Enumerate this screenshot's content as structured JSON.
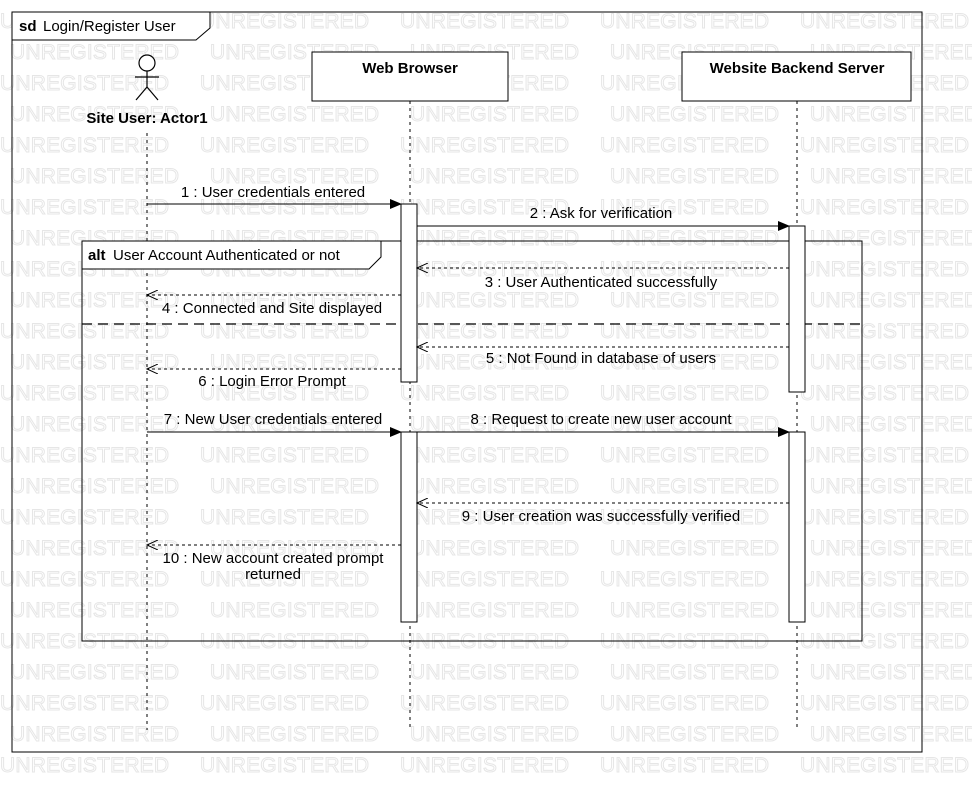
{
  "watermark": "UNREGISTERED",
  "frame": {
    "keyword": "sd",
    "name": "Login/Register User"
  },
  "actor": {
    "label": "Site User: Actor1"
  },
  "lifelines": [
    {
      "id": "browser",
      "label": "Web Browser"
    },
    {
      "id": "server",
      "label": "Website Backend Server"
    }
  ],
  "fragment": {
    "keyword": "alt",
    "guard": "User Account Authenticated or not"
  },
  "messages": [
    {
      "num": 1,
      "text": "1 : User credentials entered",
      "kind": "sync"
    },
    {
      "num": 2,
      "text": "2 : Ask for verification",
      "kind": "sync"
    },
    {
      "num": 3,
      "text": "3 : User Authenticated successfully",
      "kind": "return"
    },
    {
      "num": 4,
      "text": "4 : Connected and Site displayed",
      "kind": "return"
    },
    {
      "num": 5,
      "text": "5 : Not Found in database of users",
      "kind": "return"
    },
    {
      "num": 6,
      "text": "6 : Login Error Prompt",
      "kind": "return"
    },
    {
      "num": 7,
      "text": "7 : New User credentials entered",
      "kind": "sync"
    },
    {
      "num": 8,
      "text": "8 : Request to create new user account",
      "kind": "sync"
    },
    {
      "num": 9,
      "text": "9 : User creation was successfully verified",
      "kind": "return"
    },
    {
      "num": 10,
      "text": "10 : New account created prompt",
      "text2": "returned",
      "kind": "return"
    }
  ]
}
